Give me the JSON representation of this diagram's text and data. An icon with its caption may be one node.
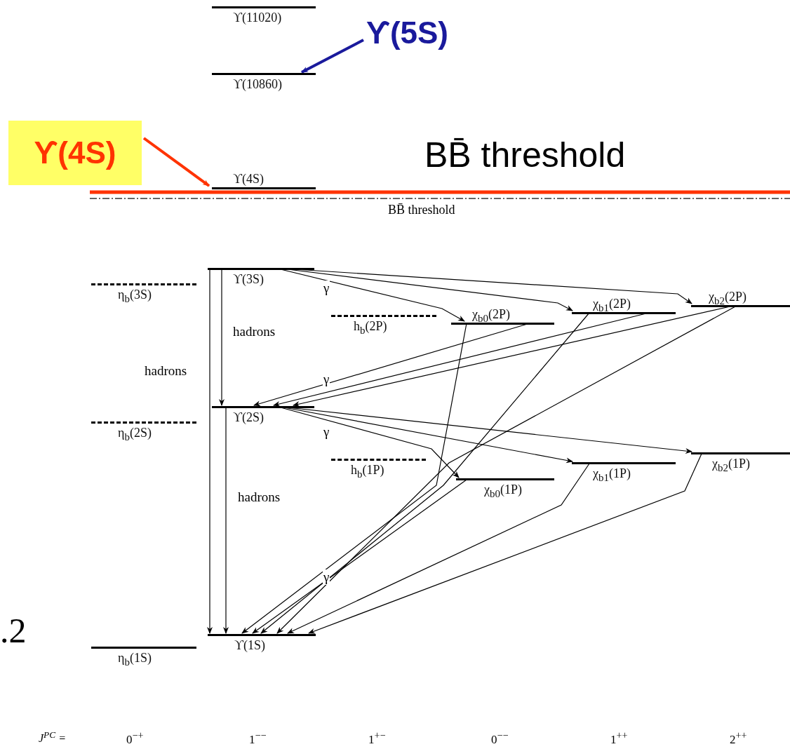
{
  "diagram": {
    "nodes": [
      {
        "text": [
          "ϒ(11020)"
        ]
      },
      {
        "text": [
          "ϒ(10860)"
        ]
      },
      {
        "text": [
          "ϒ(5S)"
        ]
      },
      {
        "text": [
          "ϒ(4S)"
        ]
      },
      {
        "text": [
          "ϒ(4S)"
        ]
      },
      {
        "text": [
          "η$_{b}$(3S)"
        ]
      },
      {
        "text": [
          "ϒ(3S)"
        ]
      },
      {
        "text": [
          "h$_{b}$(2P)"
        ]
      },
      {
        "text": [
          "χ$_{b0}$(2P)"
        ]
      },
      {
        "text": [
          "χ$_{b1}$(2P)"
        ]
      },
      {
        "text": [
          "χ$_{b2}$(2P)"
        ]
      },
      {
        "text": [
          "η$_{b}$(2S)"
        ]
      },
      {
        "text": [
          "ϒ(2S)"
        ]
      },
      {
        "text": [
          "h$_{b}$(1P)"
        ]
      },
      {
        "text": [
          "χ$_{b0}$(1P)"
        ]
      },
      {
        "text": [
          "χ$_{b1}$(1P)"
        ]
      },
      {
        "text": [
          "χ$_{b2}$(1P)"
        ]
      },
      {
        "text": [
          "η$_{b}$(1S)"
        ]
      },
      {
        "text": [
          "ϒ(1S)"
        ]
      }
    ],
    "edges": [
      {
        "from": 2,
        "to": 1,
        "arrow": "to",
        "style": "thick",
        "color": "#1a1a9c"
      },
      {
        "from": 3,
        "to": 4,
        "arrow": "to",
        "style": "thick",
        "color": "#ff3300"
      },
      {
        "from": 6,
        "to": 12,
        "arrow": "to",
        "label": "hadrons"
      },
      {
        "from": 6,
        "to": 18,
        "arrow": "to",
        "label": "hadrons"
      },
      {
        "from": 12,
        "to": 18,
        "arrow": "to",
        "label": "hadrons"
      },
      {
        "from": 6,
        "to": 8,
        "arrow": "to",
        "label": "γ"
      },
      {
        "from": 6,
        "to": 9,
        "arrow": "to"
      },
      {
        "from": 6,
        "to": 10,
        "arrow": "to"
      },
      {
        "from": 8,
        "to": 12,
        "arrow": "to",
        "label": "γ"
      },
      {
        "from": 9,
        "to": 12,
        "arrow": "to"
      },
      {
        "from": 10,
        "to": 12,
        "arrow": "to"
      },
      {
        "from": 8,
        "to": 18,
        "arrow": "to"
      },
      {
        "from": 9,
        "to": 18,
        "arrow": "to"
      },
      {
        "from": 10,
        "to": 18,
        "arrow": "to"
      },
      {
        "from": 12,
        "to": 14,
        "arrow": "to",
        "label": "γ"
      },
      {
        "from": 12,
        "to": 15,
        "arrow": "to"
      },
      {
        "from": 12,
        "to": 16,
        "arrow": "to"
      },
      {
        "from": 14,
        "to": 18,
        "arrow": "to",
        "label": "γ"
      },
      {
        "from": 15,
        "to": 18,
        "arrow": "to"
      },
      {
        "from": 16,
        "to": 18,
        "arrow": "to"
      }
    ],
    "labels": [
      "BB̄ threshold",
      "BB̄ threshold",
      ".2",
      "J$^{PC}$ =",
      "0$^{−+}$",
      "1$^{−−}$",
      "1$^{+−}$",
      "0$^{−−}$",
      "1$^{++}$",
      "2$^{++}$"
    ]
  }
}
